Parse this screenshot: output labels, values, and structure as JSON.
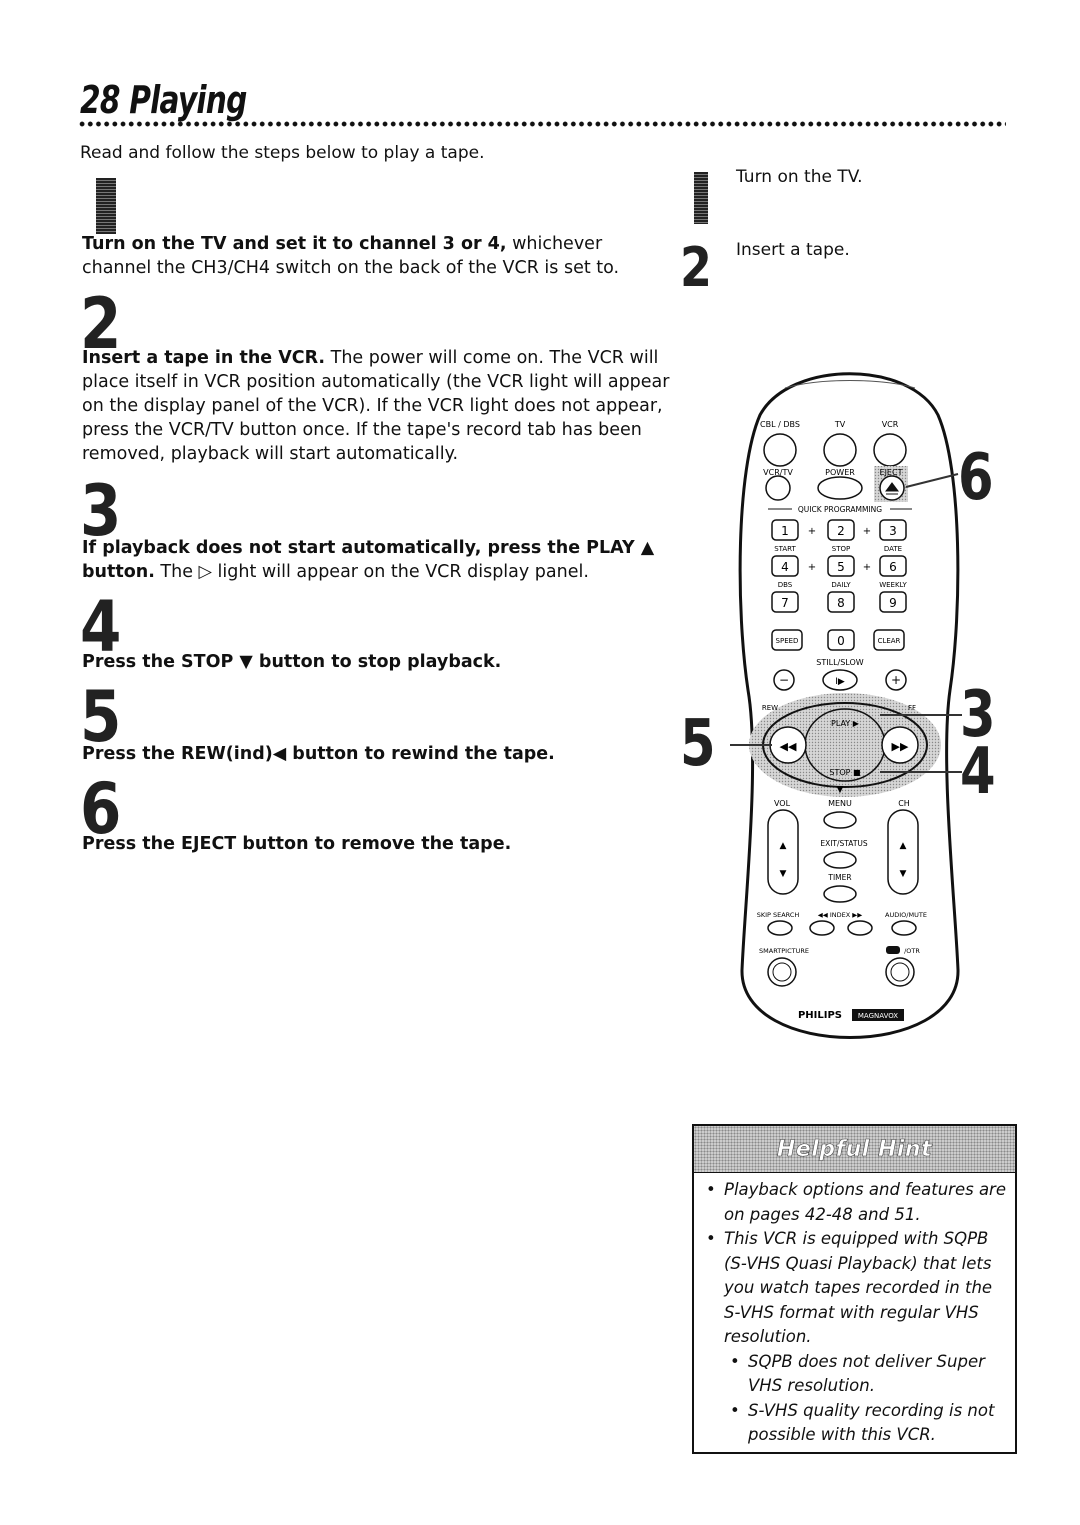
{
  "page": {
    "title": "28 Playing",
    "intro": "Read and follow the steps below to play a tape."
  },
  "steps": [
    {
      "number": "1",
      "bold": "Turn on the TV and set it to channel 3 or 4,",
      "text": " whichever channel the CH3/CH4 switch on the back of the VCR is set to."
    },
    {
      "number": "2",
      "bold": "Insert a tape in the VCR.",
      "text": " The power will come on. The VCR will place itself in VCR position automatically (the VCR light will appear on the display panel of the VCR). If the VCR light does not appear, press the VCR/TV button once. If the tape's record tab has been removed, playback will start automatically."
    },
    {
      "number": "3",
      "bold": "If playback does not start automatically, press the PLAY ▲ button.",
      "text": " The ▷ light will appear on the VCR display panel."
    },
    {
      "number": "4",
      "bold": "Press the STOP ▼ button to stop playback.",
      "text": ""
    },
    {
      "number": "5",
      "bold": "Press the REW(ind)◀ button to rewind the tape.",
      "text": ""
    },
    {
      "number": "6",
      "bold": "Press the EJECT button to remove the tape.",
      "text": ""
    }
  ],
  "summary": [
    {
      "number": "1",
      "text": "Turn on the TV."
    },
    {
      "number": "2",
      "text": "Insert a tape."
    }
  ],
  "remote": {
    "labels": {
      "cbl_dbs": "CBL / DBS",
      "tv": "TV",
      "vcr": "VCR",
      "vcr_tv": "VCR/TV",
      "power": "POWER",
      "eject": "EJECT",
      "quick_programming": "QUICK PROGRAMMING",
      "start": "START",
      "stop": "STOP",
      "date": "DATE",
      "dbs": "DBS",
      "daily": "DAILY",
      "weekly": "WEEKLY",
      "speed": "SPEED",
      "clear": "CLEAR",
      "still_slow": "STILL/SLOW",
      "rew": "REW",
      "ff": "FF",
      "play": "PLAY ▶",
      "stop_btn": "STOP ■",
      "vol": "VOL",
      "menu": "MENU",
      "ch": "CH",
      "exit_status": "EXIT/STATUS",
      "timer": "TIMER",
      "skip_search": "SKIP SEARCH",
      "index": "◀◀ INDEX ▶▶",
      "audio_mute": "AUDIO/MUTE",
      "smartpicture": "SMARTPICTURE",
      "otr": "/OTR",
      "brand": "PHILIPS",
      "brand2": "MAGNAVOX"
    },
    "digits": [
      "1",
      "2",
      "3",
      "4",
      "5",
      "6",
      "7",
      "8",
      "9",
      "0"
    ],
    "callouts": [
      "6",
      "3",
      "5",
      "4"
    ]
  },
  "hint": {
    "title": "Helpful Hint",
    "items": [
      {
        "text": "Playback options and features are on pages 42-48 and 51.",
        "sub": false
      },
      {
        "text": "This VCR is equipped with SQPB (S-VHS Quasi Playback) that lets you watch tapes recorded in the S-VHS format with regular VHS resolution.",
        "sub": false
      },
      {
        "text": "SQPB does not deliver Super VHS resolution.",
        "sub": true
      },
      {
        "text": "S-VHS quality recording is not possible with this VCR.",
        "sub": true
      }
    ]
  }
}
